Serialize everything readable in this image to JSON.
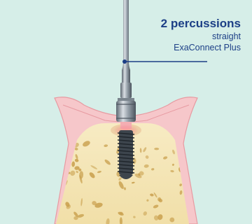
{
  "callout": {
    "title": "2 percussions",
    "line1": "straight",
    "line2": "ExaConnect Plus"
  },
  "colors": {
    "background": "#d6eee8",
    "gum": "#f6c7ca",
    "gum_stroke": "#e79aa1",
    "bone": "#f3e3b1",
    "trabecular": "#c9a04e",
    "instrument_light": "#c9ced4",
    "instrument_dark": "#5c6670",
    "accent": "#1c3f86",
    "tip_glow": "#f07f86"
  }
}
